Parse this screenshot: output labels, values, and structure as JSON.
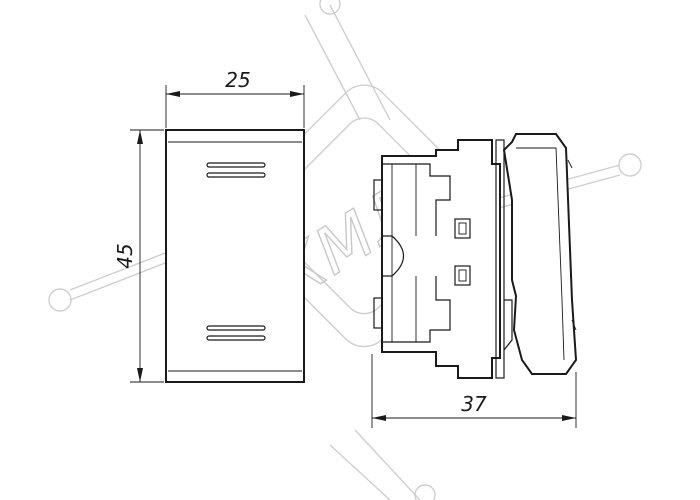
{
  "watermark": {
    "text": "КМЛ",
    "color": "#cfcfcf"
  },
  "dimensions": {
    "width": "25",
    "height": "45",
    "depth": "37"
  },
  "colors": {
    "line": "#1a1a1a",
    "background": "#ffffff"
  }
}
